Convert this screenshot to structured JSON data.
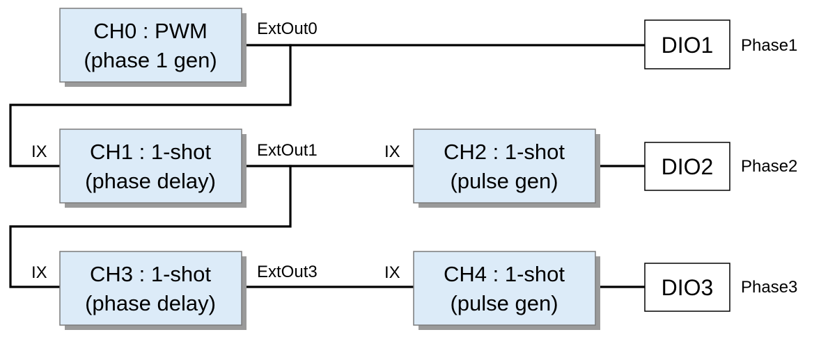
{
  "blocks": [
    {
      "id": "ch0",
      "line1": "CH0 : PWM",
      "line2": "(phase 1 gen)"
    },
    {
      "id": "ch1",
      "line1": "CH1 : 1-shot",
      "line2": "(phase delay)"
    },
    {
      "id": "ch2",
      "line1": "CH2 : 1-shot",
      "line2": "(pulse gen)"
    },
    {
      "id": "ch3",
      "line1": "CH3 : 1-shot",
      "line2": "(phase delay)"
    },
    {
      "id": "ch4",
      "line1": "CH4 : 1-shot",
      "line2": "(pulse gen)"
    }
  ],
  "outputs": [
    {
      "id": "dio1",
      "label": "DIO1",
      "phase": "Phase1"
    },
    {
      "id": "dio2",
      "label": "DIO2",
      "phase": "Phase2"
    },
    {
      "id": "dio3",
      "label": "DIO3",
      "phase": "Phase3"
    }
  ],
  "signals": {
    "extout0": "ExtOut0",
    "extout1": "ExtOut1",
    "extout3": "ExtOut3",
    "ix": "IX"
  },
  "colors": {
    "block_fill": "#dcebf8",
    "wire": "#000000"
  }
}
